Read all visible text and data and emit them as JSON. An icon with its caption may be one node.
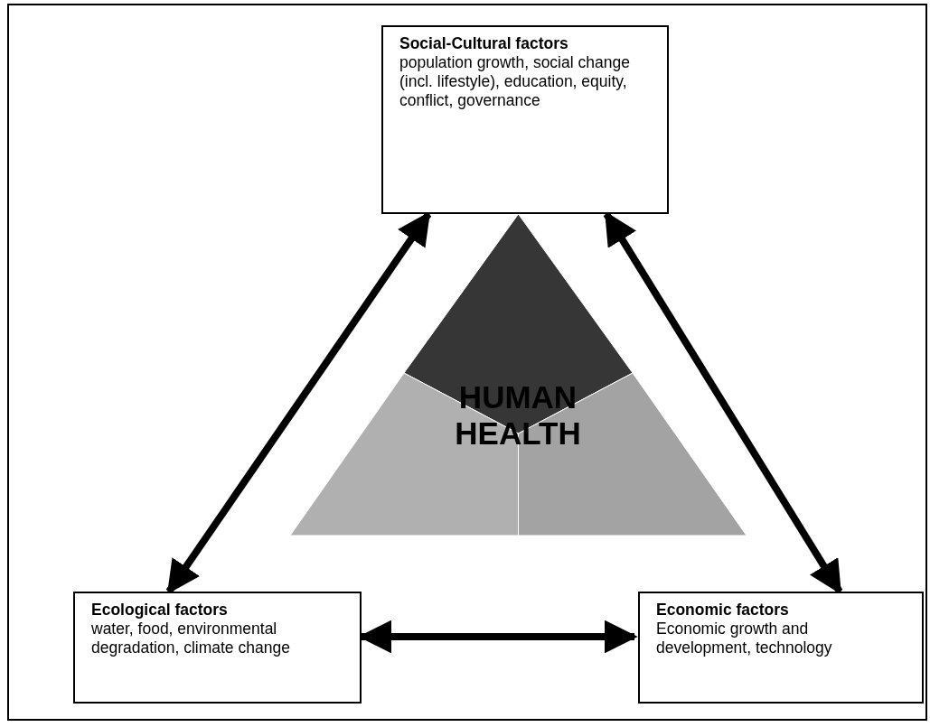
{
  "diagram": {
    "nodes": [
      {
        "text": [
          "Social-Cultural factors",
          "population growth, social change (incl. lifestyle), education, equity, conflict, governance"
        ]
      },
      {
        "text": [
          "HUMAN HEALTH"
        ]
      },
      {
        "text": [
          "Ecological factors",
          "water, food, environmental degradation, climate change"
        ]
      },
      {
        "text": [
          "Economic factors",
          "Economic growth and development, technology"
        ]
      }
    ],
    "edges": [
      {
        "from": 2,
        "to": 0,
        "arrow": "both"
      },
      {
        "from": 0,
        "to": 3,
        "arrow": "both"
      },
      {
        "from": 2,
        "to": 3,
        "arrow": "both"
      }
    ]
  }
}
